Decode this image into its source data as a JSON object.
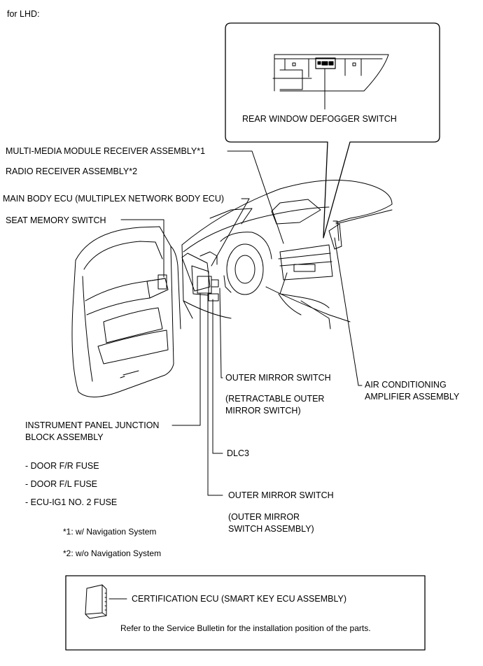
{
  "header": {
    "title": "for LHD:"
  },
  "inset": {
    "label": "REAR WINDOW DEFOGGER SWITCH"
  },
  "callouts": {
    "mm_receiver": "MULTI-MEDIA MODULE RECEIVER ASSEMBLY*1",
    "radio_receiver": "RADIO RECEIVER ASSEMBLY*2",
    "main_body_ecu": "MAIN BODY ECU (MULTIPLEX NETWORK BODY ECU)",
    "seat_memory": "SEAT MEMORY SWITCH",
    "outer_mirror_1": "OUTER MIRROR SWITCH",
    "outer_mirror_1_sub_1": "(RETRACTABLE OUTER",
    "outer_mirror_1_sub_2": "MIRROR SWITCH)",
    "ac_amp_1": "AIR CONDITIONING",
    "ac_amp_2": "AMPLIFIER ASSEMBLY",
    "ip_jb_1": "INSTRUMENT PANEL JUNCTION",
    "ip_jb_2": "BLOCK ASSEMBLY",
    "dlc3": "DLC3",
    "fuse_1": "- DOOR F/R FUSE",
    "fuse_2": "- DOOR F/L FUSE",
    "fuse_3": "- ECU-IG1 NO. 2 FUSE",
    "outer_mirror_2": "OUTER MIRROR SWITCH",
    "outer_mirror_2_sub_1": "(OUTER MIRROR",
    "outer_mirror_2_sub_2": "SWITCH ASSEMBLY)"
  },
  "notes": {
    "note_1": "*1: w/ Navigation System",
    "note_2": "*2: w/o Navigation System"
  },
  "bottom_box": {
    "label": "CERTIFICATION ECU (SMART KEY ECU ASSEMBLY)",
    "text": "Refer to the Service Bulletin for the installation position of the parts."
  }
}
